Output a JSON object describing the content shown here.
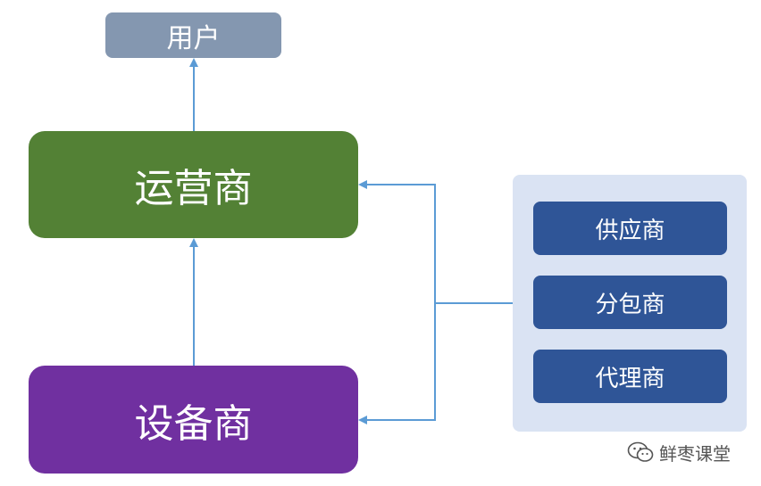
{
  "nodes": {
    "user": {
      "label": "用户"
    },
    "operator": {
      "label": "运营商"
    },
    "equipment": {
      "label": "设备商"
    }
  },
  "group": {
    "items": [
      {
        "label": "供应商"
      },
      {
        "label": "分包商"
      },
      {
        "label": "代理商"
      }
    ]
  },
  "watermark": {
    "text": "鲜枣课堂",
    "icon": "wechat-icon"
  },
  "colors": {
    "user": "#8497b0",
    "operator": "#538135",
    "equipment": "#7030a0",
    "group_panel": "#dae3f3",
    "group_item": "#2f5597",
    "arrow": "#5b9bd5",
    "watermark": "#555555"
  }
}
